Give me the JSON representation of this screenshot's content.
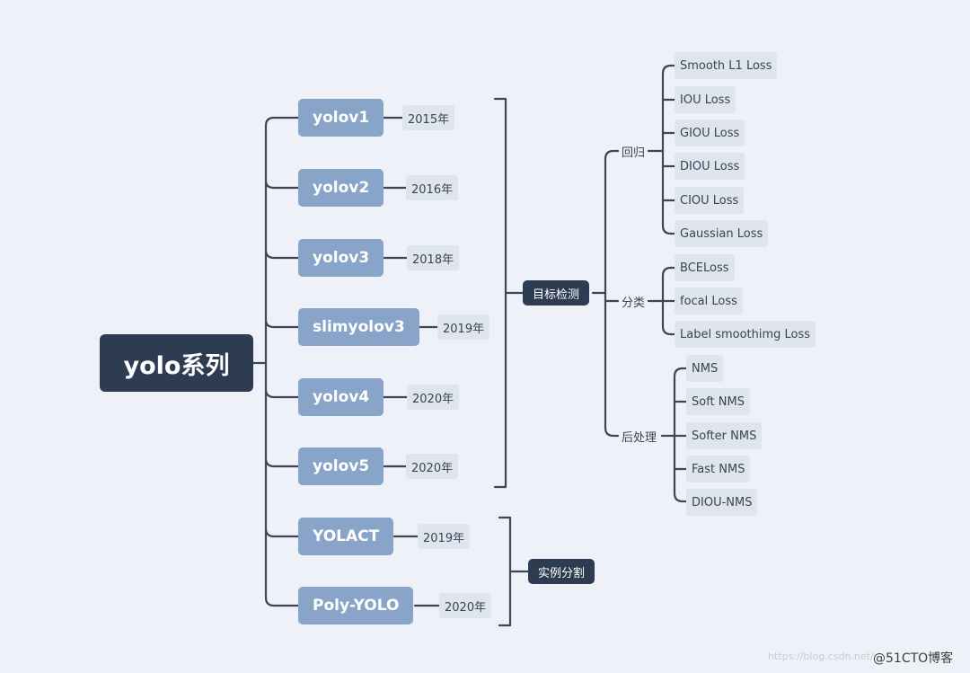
{
  "root": "yolo系列",
  "versions": [
    {
      "name": "yolov1",
      "year": "2015年"
    },
    {
      "name": "yolov2",
      "year": "2016年"
    },
    {
      "name": "yolov3",
      "year": "2018年"
    },
    {
      "name": "slimyolov3",
      "year": "2019年"
    },
    {
      "name": "yolov4",
      "year": "2020年"
    },
    {
      "name": "yolov5",
      "year": "2020年"
    },
    {
      "name": "YOLACT",
      "year": "2019年"
    },
    {
      "name": "Poly-YOLO",
      "year": "2020年"
    }
  ],
  "detection": {
    "label": "目标检测",
    "groups": [
      {
        "label": "回归",
        "items": [
          "Smooth L1 Loss",
          "IOU Loss",
          "GIOU Loss",
          "DIOU Loss",
          "CIOU Loss",
          "Gaussian Loss"
        ]
      },
      {
        "label": "分类",
        "items": [
          "BCELoss",
          "focal Loss",
          "Label smoothimg Loss"
        ]
      },
      {
        "label": "后处理",
        "items": [
          "NMS",
          "Soft NMS",
          "Softer NMS",
          "Fast NMS",
          "DIOU-NMS"
        ]
      }
    ]
  },
  "segmentation": {
    "label": "实例分割"
  },
  "watermark": "https://blog.csdn.net/",
  "credit": "@51CTO博客",
  "colors": {
    "background": "#eef2f8",
    "dark_node": "#2e3c52",
    "version_node": "#88a4c8",
    "leaf_node": "#dfe5ee",
    "connector": "#3b4658"
  }
}
